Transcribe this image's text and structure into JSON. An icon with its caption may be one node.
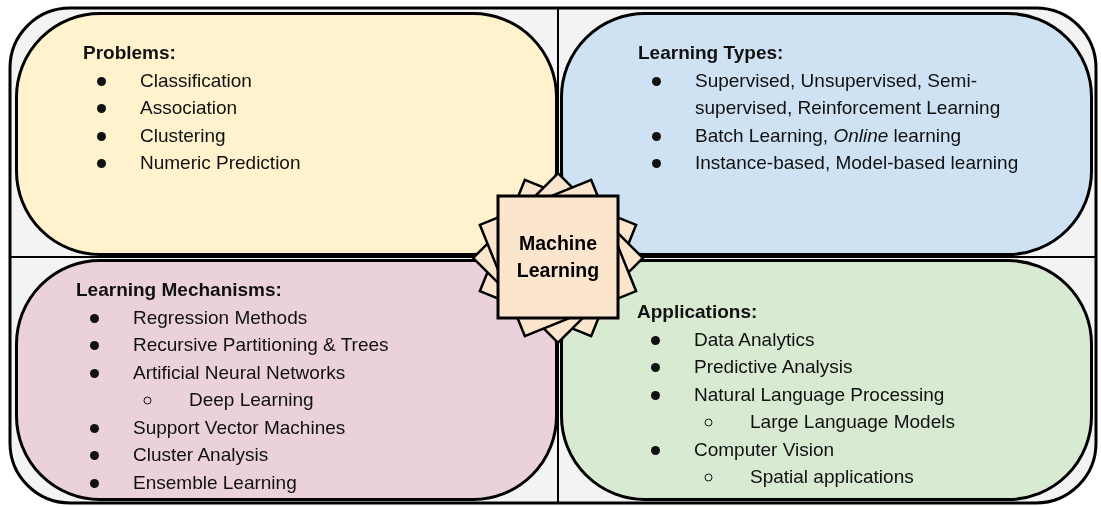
{
  "diagram": {
    "nodes": [
      {
        "text": [
          "Problems:",
          "Classification",
          "Association",
          "Clustering",
          "Numeric Prediction"
        ]
      },
      {
        "text": [
          "Learning Types:",
          "Supervised, Unsupervised, Semi-supervised, Reinforcement Learning",
          "Batch Learning, *Online* learning",
          "Instance-based, Model-based learning"
        ]
      },
      {
        "text": [
          "Machine Learning"
        ]
      },
      {
        "text": [
          "Learning Mechanisms:",
          "Regression Methods",
          "Recursive Partitioning & Trees",
          "Artificial Neural Networks",
          "Deep Learning",
          "Support Vector Machines",
          "Cluster Analysis",
          "Ensemble Learning"
        ]
      },
      {
        "text": [
          "Applications:",
          "Data Analytics",
          "Predictive Analysis",
          "Natural Language Processing",
          "Large Language Models",
          "Computer Vision",
          "Spatial applications"
        ]
      }
    ],
    "edges": []
  }
}
